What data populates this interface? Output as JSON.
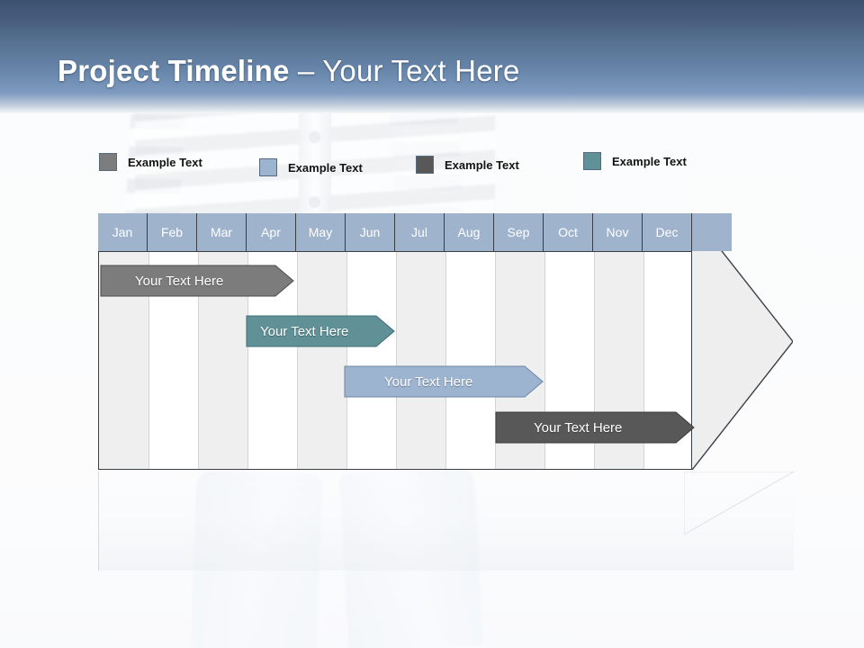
{
  "slide": {
    "title_bold": "Project Timeline",
    "title_sep": " – ",
    "title_light": "Your Text Here"
  },
  "legend": {
    "items": [
      {
        "label": "Example Text",
        "color": "#7c7c7c",
        "swatch_name": "legend-swatch-gray"
      },
      {
        "label": "Example Text",
        "color": "#9db4d0",
        "swatch_name": "legend-swatch-blue"
      },
      {
        "label": "Example Text",
        "color": "#585858",
        "swatch_name": "legend-swatch-darkgray"
      },
      {
        "label": "Example Text",
        "color": "#5f9197",
        "swatch_name": "legend-swatch-teal"
      }
    ]
  },
  "chart_data": {
    "type": "bar",
    "title": "Project Timeline – Your Text Here",
    "xlabel": "",
    "ylabel": "",
    "categories": [
      "Jan",
      "Feb",
      "Mar",
      "Apr",
      "May",
      "Jun",
      "Jul",
      "Aug",
      "Sep",
      "Oct",
      "Nov",
      "Dec"
    ],
    "header_fill": "#9fb3cd",
    "header_text_color": "#ffffff",
    "grid": true,
    "stripe_shade": "#efefef",
    "stripe_plain": "#ffffff",
    "legend_position": "top",
    "series": [
      {
        "name": "Your  Text Here",
        "label": "Your  Text Here",
        "color": "#7c7c7c",
        "start_month": "Jan",
        "end_month": "Apr",
        "start_index": 0,
        "end_index": 3.85,
        "row": 1
      },
      {
        "name": "Your  Text Here",
        "label": "Your  Text Here",
        "color": "#5f9197",
        "start_month": "Apr",
        "end_month": "Jul",
        "start_index": 3.0,
        "end_index": 5.95,
        "row": 2
      },
      {
        "name": "Your  Text Here",
        "label": "Your  Text Here",
        "color": "#9db4d0",
        "start_month": "Jun",
        "end_month": "Sep",
        "start_index": 5.0,
        "end_index": 8.95,
        "row": 3
      },
      {
        "name": "Your  Text Here",
        "label": "Your  Text Here",
        "color": "#585858",
        "start_month": "Sep",
        "end_month": "Dec",
        "start_index": 8.0,
        "end_index": 12.0,
        "row": 4
      }
    ]
  },
  "colors": {
    "header_gradient_top": "#3d5270",
    "header_gradient_mid": "#6786aa",
    "header_gradient_bottom": "#f5f7fa",
    "grid_border": "#3a3f46",
    "month_fill": "#9fb3cd",
    "big_arrow_fill": "#eeeeee"
  }
}
